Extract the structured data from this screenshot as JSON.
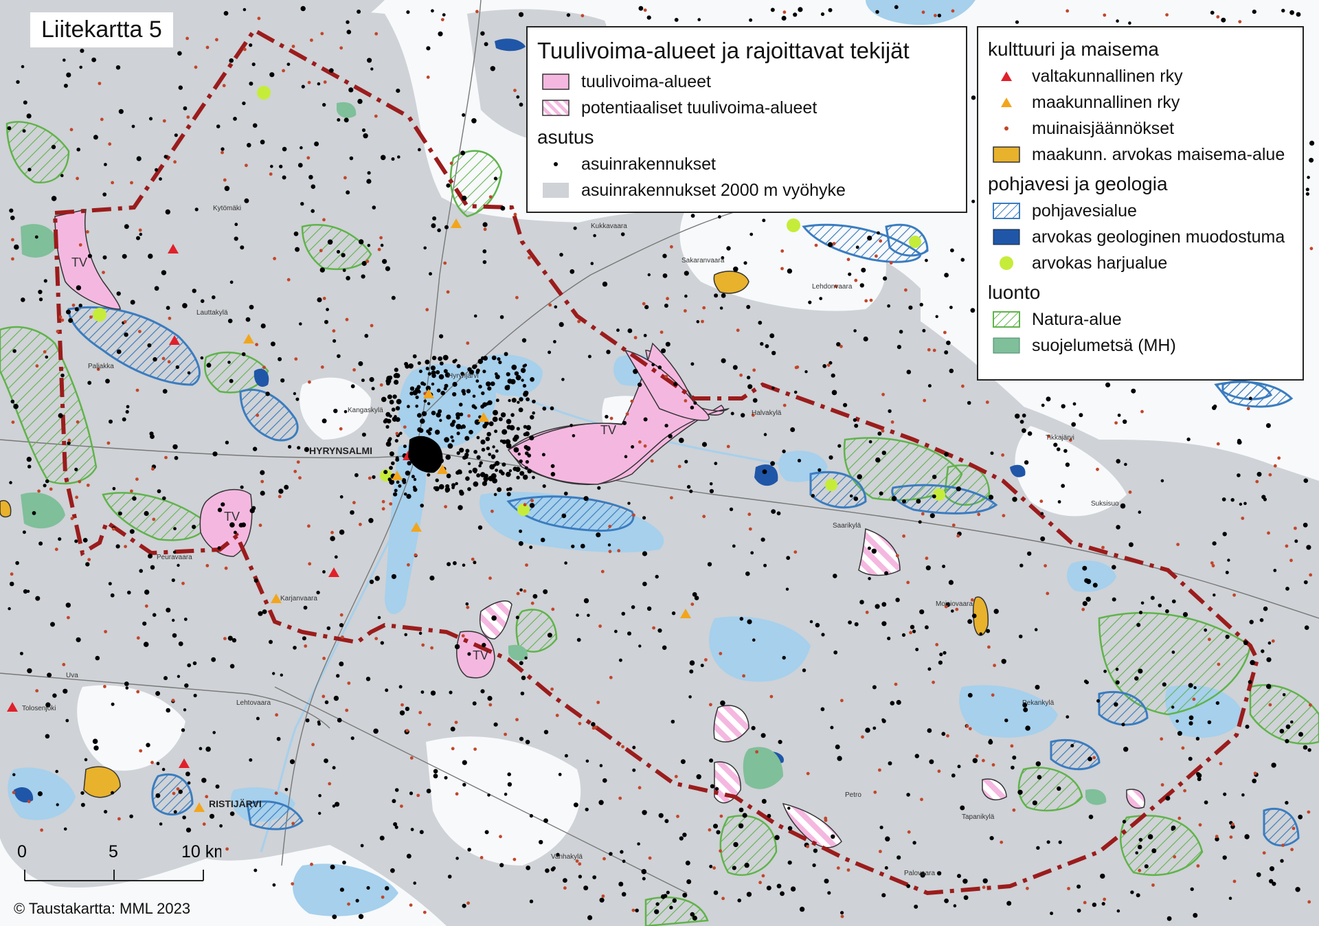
{
  "map_title": "Liitekartta 5",
  "legend_main": {
    "title": "Tuulivoima-alueet ja rajoittavat tekijät",
    "items": [
      {
        "label": "tuulivoima-alueet",
        "color": "#f4b8e0"
      },
      {
        "label": "potentiaaliset tuulivoima-alueet",
        "color": "#f4b8e0"
      }
    ],
    "section_asutus": "asutus",
    "asutus_items": [
      {
        "label": "asuinrakennukset",
        "color": "#000000"
      },
      {
        "label": "asuinrakennukset 2000 m vyöhyke",
        "color": "#cfd2d6"
      }
    ]
  },
  "legend_side": {
    "section_kulttuuri": "kulttuuri ja maisema",
    "kulttuuri_items": [
      {
        "label": "valtakunnallinen rky",
        "color": "#e0202a"
      },
      {
        "label": "maakunnallinen rky",
        "color": "#f2a51c"
      },
      {
        "label": "muinaisjäännökset",
        "color": "#c2452a"
      },
      {
        "label": "maakunn. arvokas maisema-alue",
        "color": "#e8b22c"
      }
    ],
    "section_pohjavesi": "pohjavesi ja geologia",
    "pohjavesi_items": [
      {
        "label": "pohjavesialue",
        "color": "#3a7cc0"
      },
      {
        "label": "arvokas geologinen muodostuma",
        "color": "#1f56a8"
      },
      {
        "label": "arvokas harjualue",
        "color": "#c6ec3a"
      }
    ],
    "section_luonto": "luonto",
    "luonto_items": [
      {
        "label": "Natura-alue",
        "color": "#5fb34a"
      },
      {
        "label": "suojelumetsä (MH)",
        "color": "#7fbf9a"
      }
    ]
  },
  "scale": {
    "labels": [
      "0",
      "5",
      "10 km"
    ]
  },
  "copyright": "© Taustakartta: MML 2023",
  "tv_label": "TV",
  "places": {
    "hyrynsalmi": "HYRYNSALMI",
    "ristijarvi": "RISTIJÄRVI",
    "paljakka": "Paljakka",
    "lauttakyla": "Lauttakylä",
    "kangaskyla": "Kangaskylä",
    "hyrynjarvi": "Hyrynjärvi",
    "kytomaki": "Kytömäki",
    "sakaranvaara": "Sakaranvaara",
    "lehdonvaara": "Lehdonvaara",
    "saarikyla": "Saarikylä",
    "moisiovaara": "Moisiovaara",
    "pekankyla": "Pekankylä",
    "uva": "Uva",
    "tolosenjoki": "Tolosenjoki",
    "lehtovaara": "Lehtovaara",
    "karjanvaara": "Karjanvaara",
    "peuravaara": "Peuravaara",
    "petro": "Petro",
    "tapanikyla": "Tapanikylä",
    "suksisuo": "Suksisuo",
    "palovaara": "Palovaara",
    "vanhakyla": "Vanhakylä",
    "kukkavaara": "Kukkavaara",
    "halvakyla": "Halvakylä",
    "tikkajarvi": "Tikkajärvi"
  },
  "colors": {
    "buffer": "#cfd2d6",
    "water": "#a6d0ec",
    "boundary": "#9b1c1c",
    "tv_area": "#f4b8e0",
    "natura": "#5fb34a",
    "groundwater": "#3a7cc0"
  }
}
